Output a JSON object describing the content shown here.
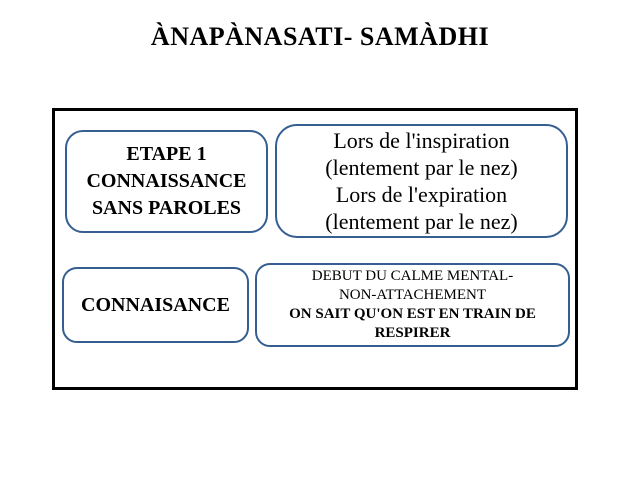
{
  "title": "ÀNAPÀNASATI- SAMÀDHI",
  "boxes": {
    "etape1": {
      "line1": "ETAPE 1",
      "line2": "CONNAISSANCE",
      "line3": "SANS PAROLES"
    },
    "breathing": {
      "line1": "Lors de l'inspiration",
      "line2": "(lentement par le nez)",
      "line3": "Lors de l'expiration",
      "line4": "(lentement par le nez)"
    },
    "connaisance": {
      "line1": "CONNAISANCE"
    },
    "calme_mental": {
      "line1": "DEBUT DU CALME MENTAL-",
      "line2": "NON-ATTACHEMENT",
      "line3": "ON SAIT QU'ON EST EN TRAIN DE",
      "line4": "RESPIRER"
    }
  },
  "colors": {
    "accent_border": "#365F91",
    "outer_border": "#000000",
    "background": "#FFFFFF",
    "text": "#000000"
  }
}
